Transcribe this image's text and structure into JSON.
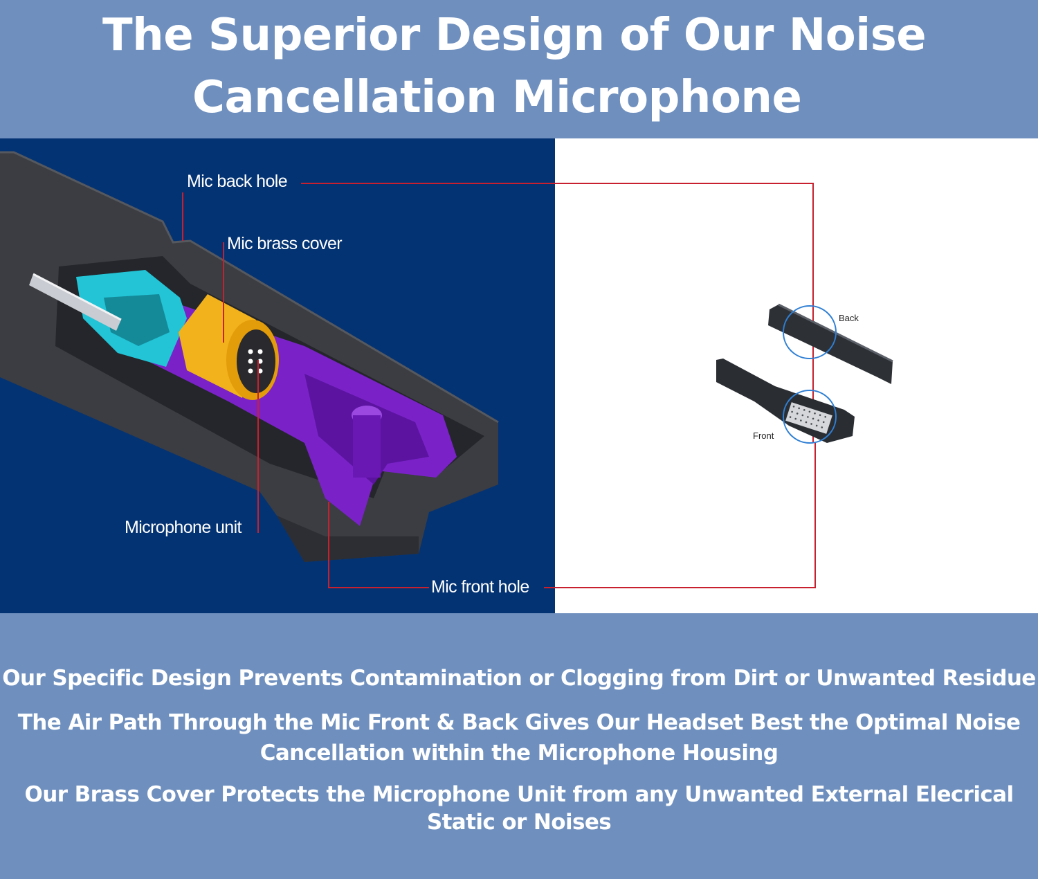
{
  "title": {
    "line1": "The Superior Design of Our Noise",
    "line2": "Cancellation Microphone"
  },
  "labels": {
    "mic_back_hole": "Mic back hole",
    "mic_brass_cover": "Mic brass cover",
    "microphone_unit": "Microphone unit",
    "mic_front_hole": "Mic front hole",
    "back": "Back",
    "front": "Front"
  },
  "features": {
    "f1": "Our Specific Design Prevents Contamination or Clogging from Dirt or Unwanted Residue",
    "f2_line1": "The Air Path Through the Mic Front & Back Gives Our Headset Best the Optimal Noise",
    "f2_line2": "Cancellation within the Microphone Housing",
    "f3_line1": "Our Brass Cover Protects the Microphone Unit from any Unwanted External Elecrical",
    "f3_line2": "Static or Noises"
  },
  "colors": {
    "header_bg": "#6f90bf",
    "diagram_bg": "#043373",
    "callout_line": "#c8202e",
    "brass": "#f2b21c",
    "cyan_parts": "#22c4d6",
    "purple_parts": "#7a22c8",
    "highlight_circle": "#2f7fd4"
  }
}
